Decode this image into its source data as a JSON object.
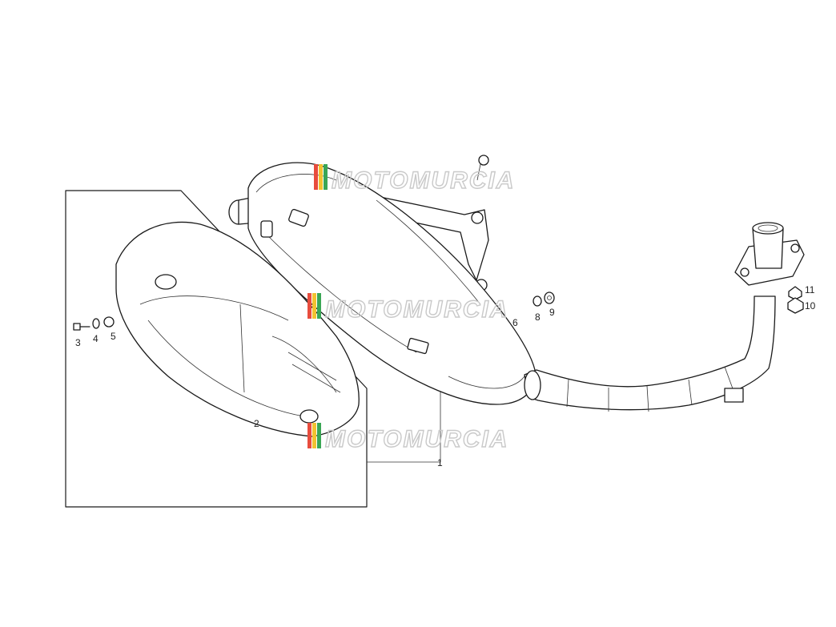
{
  "callouts": {
    "c1": "1",
    "c2": "2",
    "c3": "3",
    "c4": "4",
    "c5": "5",
    "c6": "6",
    "c8": "8",
    "c9": "9",
    "c10": "10",
    "c11": "11"
  },
  "watermark": "MOTOMURCIA",
  "watermark_colors": [
    "#e84c3d",
    "#f2c230",
    "#3aa655",
    "#cccccc"
  ]
}
